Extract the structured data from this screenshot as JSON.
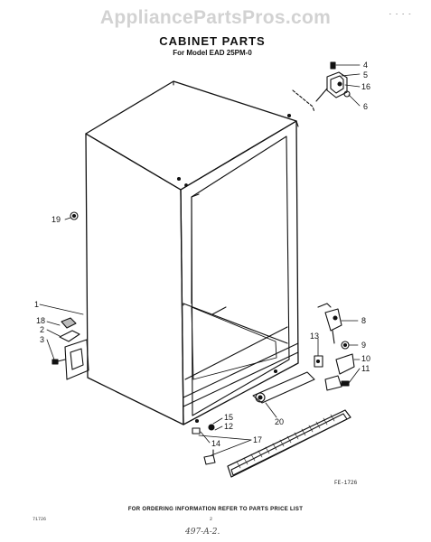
{
  "watermark": "AppliancePartsPros.com",
  "title": "CABINET PARTS",
  "subtitle": "For Model EAD 25PM-0",
  "figure_code": "FE-1726",
  "footer_text": "FOR ORDERING INFORMATION REFER TO PARTS PRICE LIST",
  "left_code": "71726",
  "page_number": "2",
  "handwritten_note": "497-A-2.",
  "top_right_mark": "- - - -",
  "callouts": [
    "4",
    "5",
    "16",
    "6",
    "19",
    "1",
    "18",
    "2",
    "3",
    "8",
    "13",
    "9",
    "10",
    "11",
    "15",
    "12",
    "20",
    "14",
    "17"
  ],
  "colors": {
    "ink": "#111111",
    "watermark": "#d2d2d2",
    "paper": "#ffffff"
  }
}
